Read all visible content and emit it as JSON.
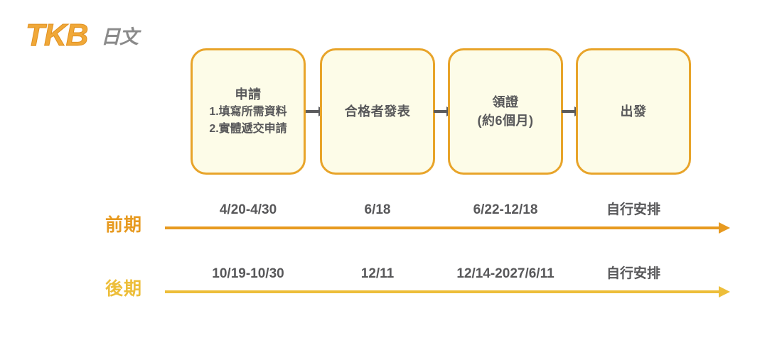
{
  "logo": {
    "brand": "TKB",
    "suffix": "日文",
    "brand_color": "#F0A838",
    "suffix_color": "#8A8A8A"
  },
  "flow": {
    "box_border_color": "#E8A42A",
    "box_fill_color": "#FDFCE8",
    "connector_color": "#5B5B5D",
    "steps": [
      {
        "title": "申請",
        "lines": [
          "1.填寫所需資料",
          "2.實體遞交申請"
        ]
      },
      {
        "title": "合格者發表",
        "lines": []
      },
      {
        "title": "領證",
        "lines": [
          "(約6個月)"
        ]
      },
      {
        "title": "出發",
        "lines": []
      }
    ],
    "connector_icon": "arrow-right-icon"
  },
  "timelines": [
    {
      "label": "前期",
      "color": "#E79A20",
      "dates": [
        "4/20-4/30",
        "6/18",
        "6/22-12/18",
        "自行安排"
      ]
    },
    {
      "label": "後期",
      "color": "#EDBE3A",
      "dates": [
        "10/19-10/30",
        "12/11",
        "12/14-2027/6/11",
        "自行安排"
      ]
    }
  ]
}
